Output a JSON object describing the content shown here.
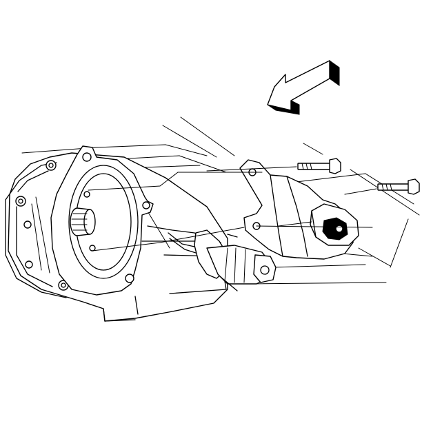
{
  "diagram": {
    "direction_arrow_icon": "arrow-front-of-vehicle-icon",
    "components": [
      "transmission-assembly",
      "transfer-case-adapter-housing",
      "mount-bracket",
      "mount-bolt",
      "mount-bolt",
      "transmission-mount",
      "wiring-harness-connector"
    ],
    "colors": {
      "line": "#000000",
      "background": "#ffffff"
    }
  }
}
